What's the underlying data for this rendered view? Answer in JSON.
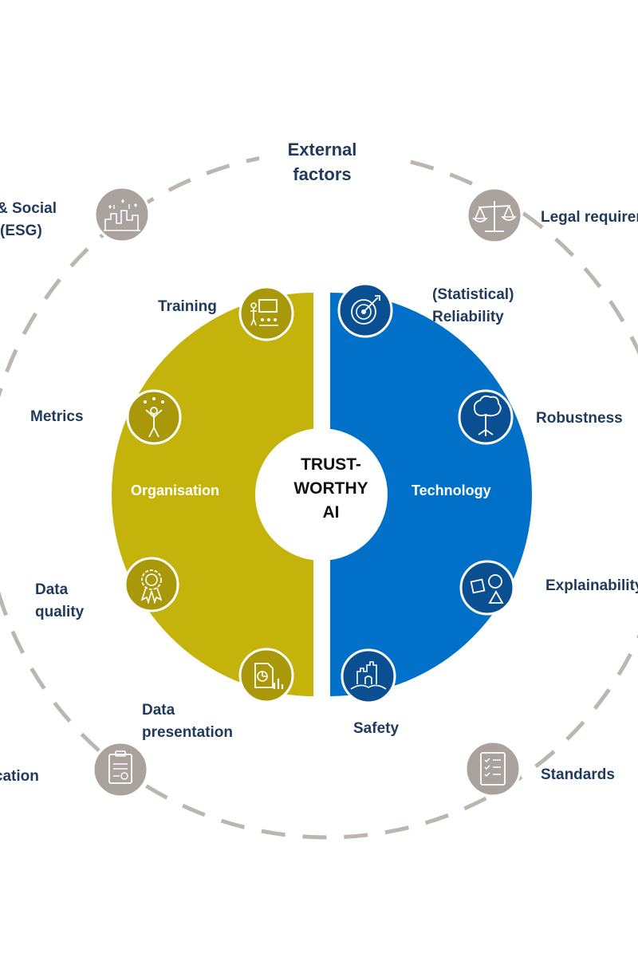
{
  "center": {
    "line1": "TRUST-",
    "line2": "WORTHY",
    "line3": "AI"
  },
  "halves": {
    "left_label": "Organisation",
    "right_label": "Technology",
    "left_color": "#c4b30a",
    "left_icon_color": "#a8980a",
    "right_color": "#0070c9",
    "right_icon_color": "#0b4f93"
  },
  "outer": {
    "title_line1": "External",
    "title_line2": "factors",
    "ring_color": "#bcb6b0",
    "icon_color": "#aaa39d"
  },
  "organisation_items": {
    "training": "Training",
    "metrics": "Metrics",
    "data_quality_line1": "Data",
    "data_quality_line2": "quality",
    "data_presentation_line1": "Data",
    "data_presentation_line2": "presentation"
  },
  "technology_items": {
    "reliability_line1": "(Statistical)",
    "reliability_line2": "Reliability",
    "robustness": "Robustness",
    "explainability": "Explainability",
    "safety": "Safety"
  },
  "external_items": {
    "esg_line1": "& Social",
    "esg_line2": "(ESG)",
    "legal": "Legal requirements",
    "certification": "Certification",
    "standards": "Standards"
  },
  "icons": [
    "training-presentation-icon",
    "juggler-icon",
    "award-rosette-icon",
    "data-report-icon",
    "target-icon",
    "tree-icon",
    "shapes-icon",
    "castle-icon",
    "esg-city-icon",
    "scales-icon",
    "certificate-icon",
    "checklist-icon"
  ]
}
